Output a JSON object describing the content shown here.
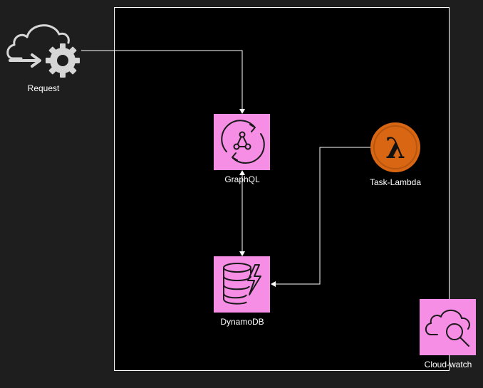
{
  "nodes": {
    "request": {
      "label": "Request",
      "icon": "cloud-gear-icon"
    },
    "graphql": {
      "label": "GraphQL",
      "icon": "appsync-icon"
    },
    "dynamodb": {
      "label": "DynamoDB",
      "icon": "dynamodb-icon"
    },
    "lambda": {
      "label": "Task-Lambda",
      "icon": "lambda-icon"
    },
    "cloudwatch": {
      "label": "Cloud-watch",
      "icon": "cloudwatch-icon"
    }
  },
  "colors": {
    "background": "#1e1e1e",
    "container_fill": "#000000",
    "service_pink": "#f78ee5",
    "lambda_orange": "#d86613",
    "connector": "#ffffff"
  }
}
